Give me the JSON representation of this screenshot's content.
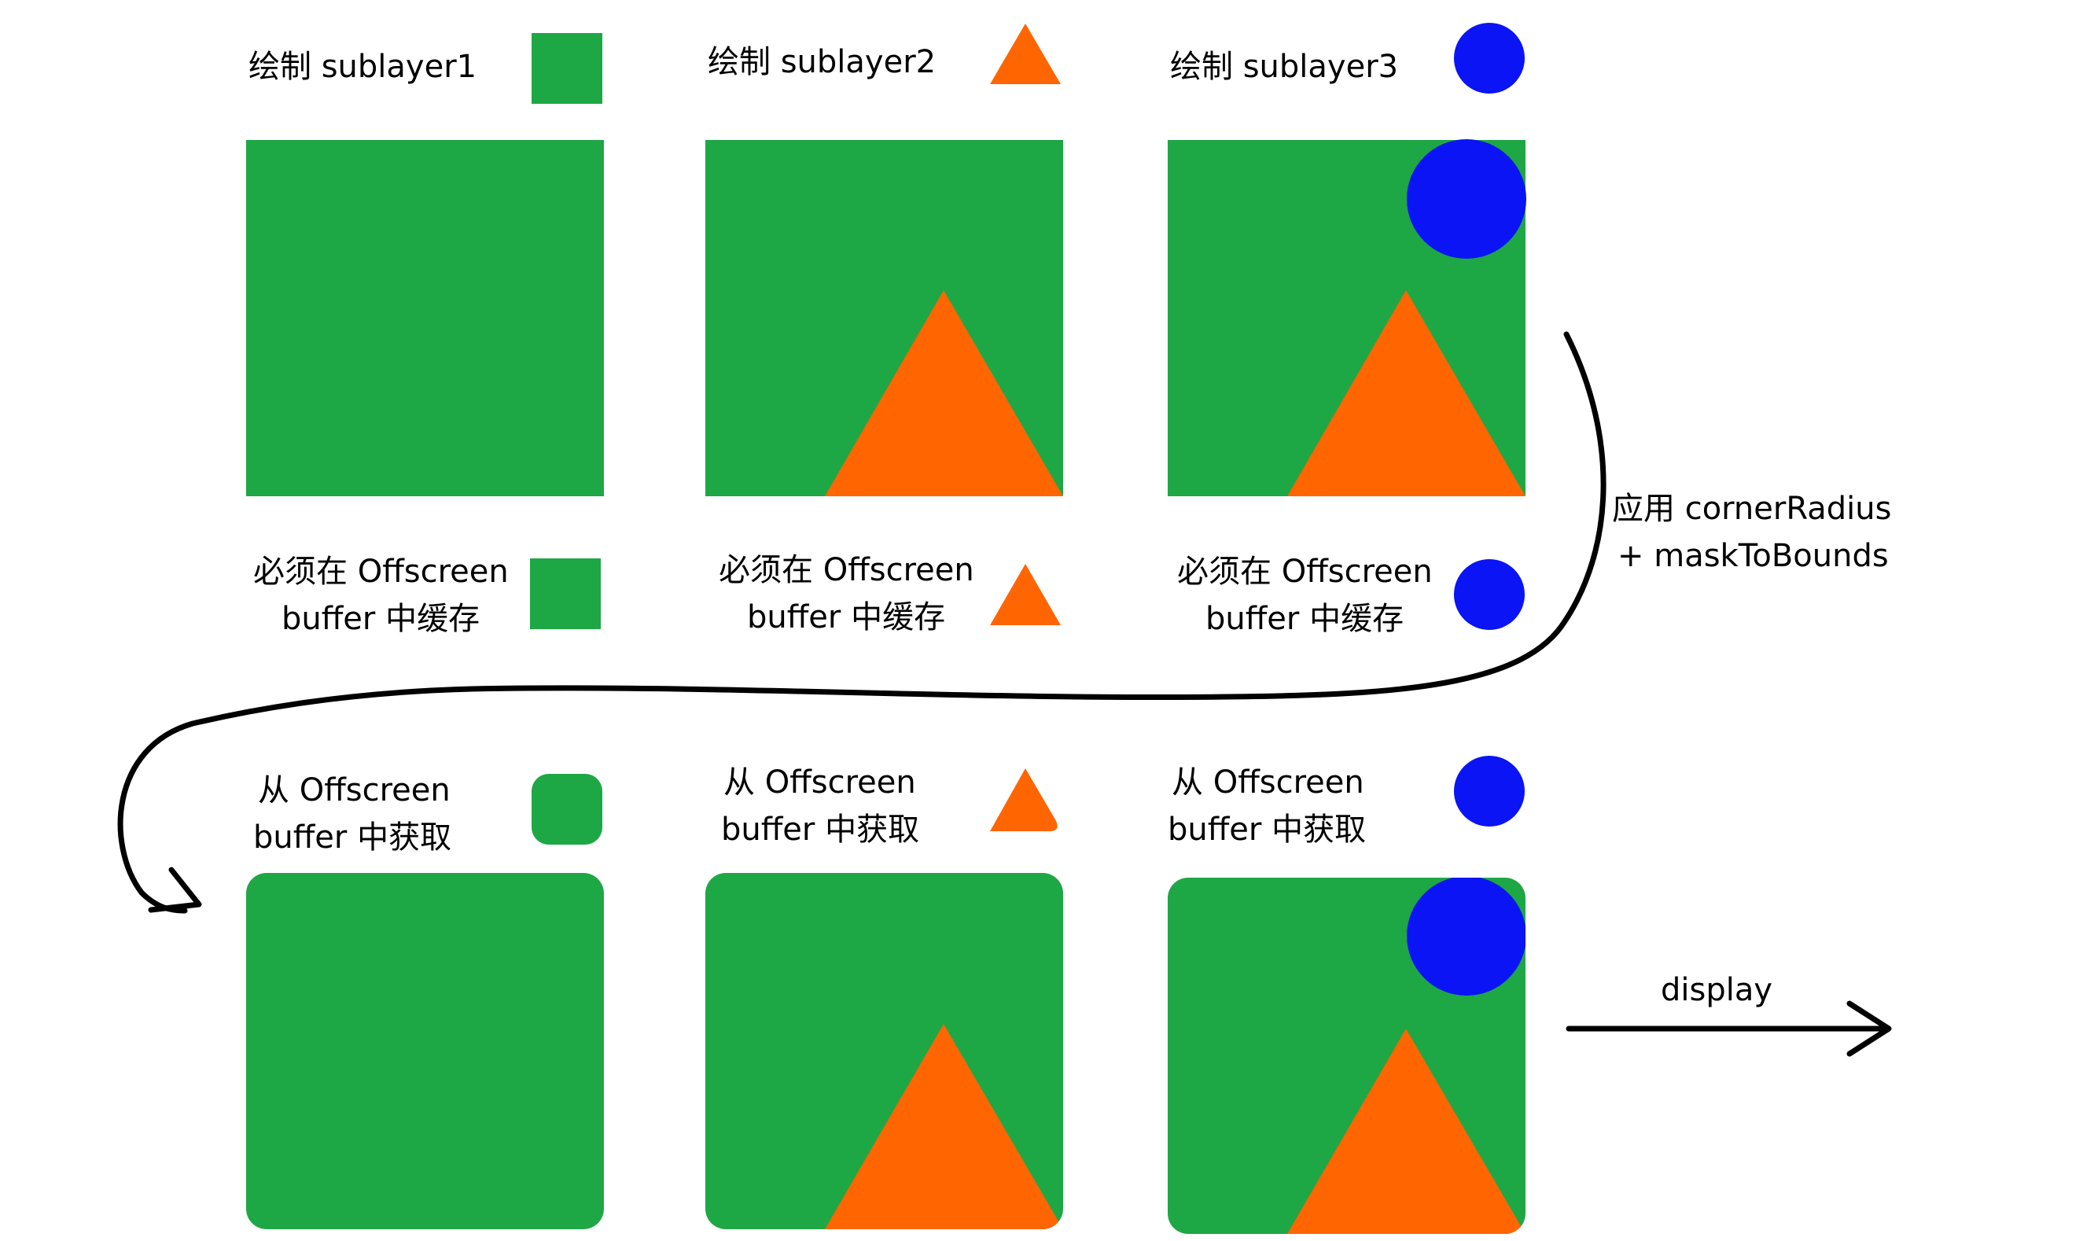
{
  "colors": {
    "green": "#1ea745",
    "orange": "#ff6500",
    "blue": "#0a14f5",
    "ink": "#000000"
  },
  "shapes": [
    "green-square",
    "orange-triangle",
    "blue-circle"
  ],
  "top_row": {
    "draw_labels": [
      "绘制 sublayer1",
      "绘制 sublayer2",
      "绘制 sublayer3"
    ],
    "cache_labels": [
      [
        "必须在 Offscreen",
        "buffer 中缓存"
      ],
      [
        "必须在 Offscreen",
        "buffer 中缓存"
      ],
      [
        "必须在 Offscreen",
        "buffer 中缓存"
      ]
    ]
  },
  "apply_step": {
    "line1": "应用 cornerRadius",
    "line2": "+ maskToBounds"
  },
  "bottom_row": {
    "fetch_labels": [
      [
        "从 Offscreen",
        "buffer 中获取"
      ],
      [
        "从 Offscreen",
        "buffer 中获取"
      ],
      [
        "从 Offscreen",
        "buffer 中获取"
      ]
    ]
  },
  "output_step": {
    "label": "display"
  }
}
